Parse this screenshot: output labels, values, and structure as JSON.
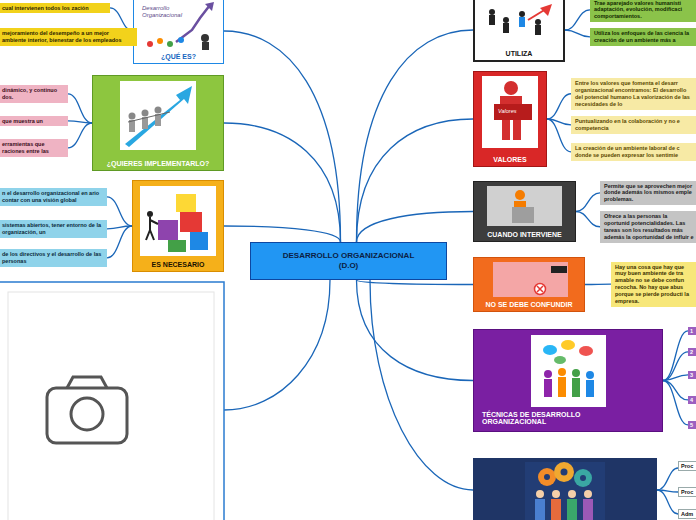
{
  "diagram": {
    "nodes": [
      {
        "text": [
          "DESARROLLO ORGANIZACIONAL (D.O)"
        ]
      },
      {
        "text": [
          "Desarrollo Organizacional",
          "¿QUÉ ES?"
        ]
      },
      {
        "text": [
          "cual intervienen todos los zación"
        ]
      },
      {
        "text": [
          "mejoramiento del desempeño a un mejor ambiente interior, bienestar de los empleados"
        ]
      },
      {
        "text": [
          "¿QUIERES IMPLEMENTARLO?"
        ]
      },
      {
        "text": [
          "dinámico, y continuo dos."
        ]
      },
      {
        "text": [
          "que muestra un"
        ]
      },
      {
        "text": [
          "erramientas que raciones entre las"
        ]
      },
      {
        "text": [
          "ES NECESARIO"
        ]
      },
      {
        "text": [
          "n el desarrollo organizacional en ario contar con una visión global"
        ]
      },
      {
        "text": [
          "sistemas abiertos, tener entorno de la organización, un"
        ]
      },
      {
        "text": [
          "de los directivos y el desarrollo de las personas"
        ]
      },
      {
        "text": [
          "UTILIZA"
        ]
      },
      {
        "text": [
          "Trae aparejado valores humanísti adaptación, evolución, modificaci comportamientos."
        ]
      },
      {
        "text": [
          "Utiliza los enfoques de las ciencia la creación de un ambiente más a"
        ]
      },
      {
        "text": [
          "Valores",
          "VALORES"
        ]
      },
      {
        "text": [
          "Entre los valores que fomenta el desarr organizacional encontramos: El desarrollo del potencial humano La valorización de las necesidades de lo"
        ]
      },
      {
        "text": [
          "Puntualizando en la colaboración y no e competencia"
        ]
      },
      {
        "text": [
          "La creación de un ambiente laboral de c donde se pueden expresar los sentimie"
        ]
      },
      {
        "text": [
          "CUANDO INTERVIENE"
        ]
      },
      {
        "text": [
          "Permite que se aprovechen mejor donde además los mismos emple problemas."
        ]
      },
      {
        "text": [
          "Ofrece a las personas la oportunid potencialidades. Las tareas son los resultados más además la oportunidad de influir e"
        ]
      },
      {
        "text": [
          "NO SE DEBE CONFUNDIR"
        ]
      },
      {
        "text": [
          "Hay una cosa que hay que muy buen ambiente de tra amable no se debe confun recocha. No hay que abus porque se pierde producti la empresa."
        ]
      },
      {
        "text": [
          "TÉCNICAS DE DESARROLLO ORGANIZACIONAL"
        ]
      },
      {
        "text": [
          "1"
        ]
      },
      {
        "text": [
          "2"
        ]
      },
      {
        "text": [
          "3"
        ]
      },
      {
        "text": [
          "4"
        ]
      },
      {
        "text": [
          "5"
        ]
      },
      {
        "text": [
          "Proc"
        ]
      },
      {
        "text": [
          "Proc"
        ]
      },
      {
        "text": [
          "Adm"
        ]
      }
    ],
    "edges": [
      {
        "from": 0,
        "to": 1,
        "arrow": "none"
      },
      {
        "from": 0,
        "to": 4,
        "arrow": "none"
      },
      {
        "from": 0,
        "to": 8,
        "arrow": "none"
      },
      {
        "from": 0,
        "to": 12,
        "arrow": "none"
      },
      {
        "from": 0,
        "to": 15,
        "arrow": "none"
      },
      {
        "from": 0,
        "to": 19,
        "arrow": "none"
      },
      {
        "from": 0,
        "to": 22,
        "arrow": "none"
      },
      {
        "from": 0,
        "to": 24,
        "arrow": "none"
      },
      {
        "from": 1,
        "to": 2,
        "arrow": "none"
      },
      {
        "from": 1,
        "to": 3,
        "arrow": "none"
      },
      {
        "from": 4,
        "to": 5,
        "arrow": "none"
      },
      {
        "from": 4,
        "to": 6,
        "arrow": "none"
      },
      {
        "from": 4,
        "to": 7,
        "arrow": "none"
      },
      {
        "from": 8,
        "to": 9,
        "arrow": "none"
      },
      {
        "from": 8,
        "to": 10,
        "arrow": "none"
      },
      {
        "from": 8,
        "to": 11,
        "arrow": "none"
      },
      {
        "from": 12,
        "to": 13,
        "arrow": "none"
      },
      {
        "from": 12,
        "to": 14,
        "arrow": "none"
      },
      {
        "from": 15,
        "to": 16,
        "arrow": "none"
      },
      {
        "from": 15,
        "to": 17,
        "arrow": "none"
      },
      {
        "from": 15,
        "to": 18,
        "arrow": "none"
      },
      {
        "from": 19,
        "to": 20,
        "arrow": "none"
      },
      {
        "from": 19,
        "to": 21,
        "arrow": "none"
      },
      {
        "from": 22,
        "to": 23,
        "arrow": "none"
      },
      {
        "from": 24,
        "to": 25,
        "arrow": "none"
      },
      {
        "from": 24,
        "to": 26,
        "arrow": "none"
      },
      {
        "from": 24,
        "to": 27,
        "arrow": "none"
      },
      {
        "from": 24,
        "to": 28,
        "arrow": "none"
      },
      {
        "from": 24,
        "to": 29,
        "arrow": "none"
      }
    ]
  }
}
